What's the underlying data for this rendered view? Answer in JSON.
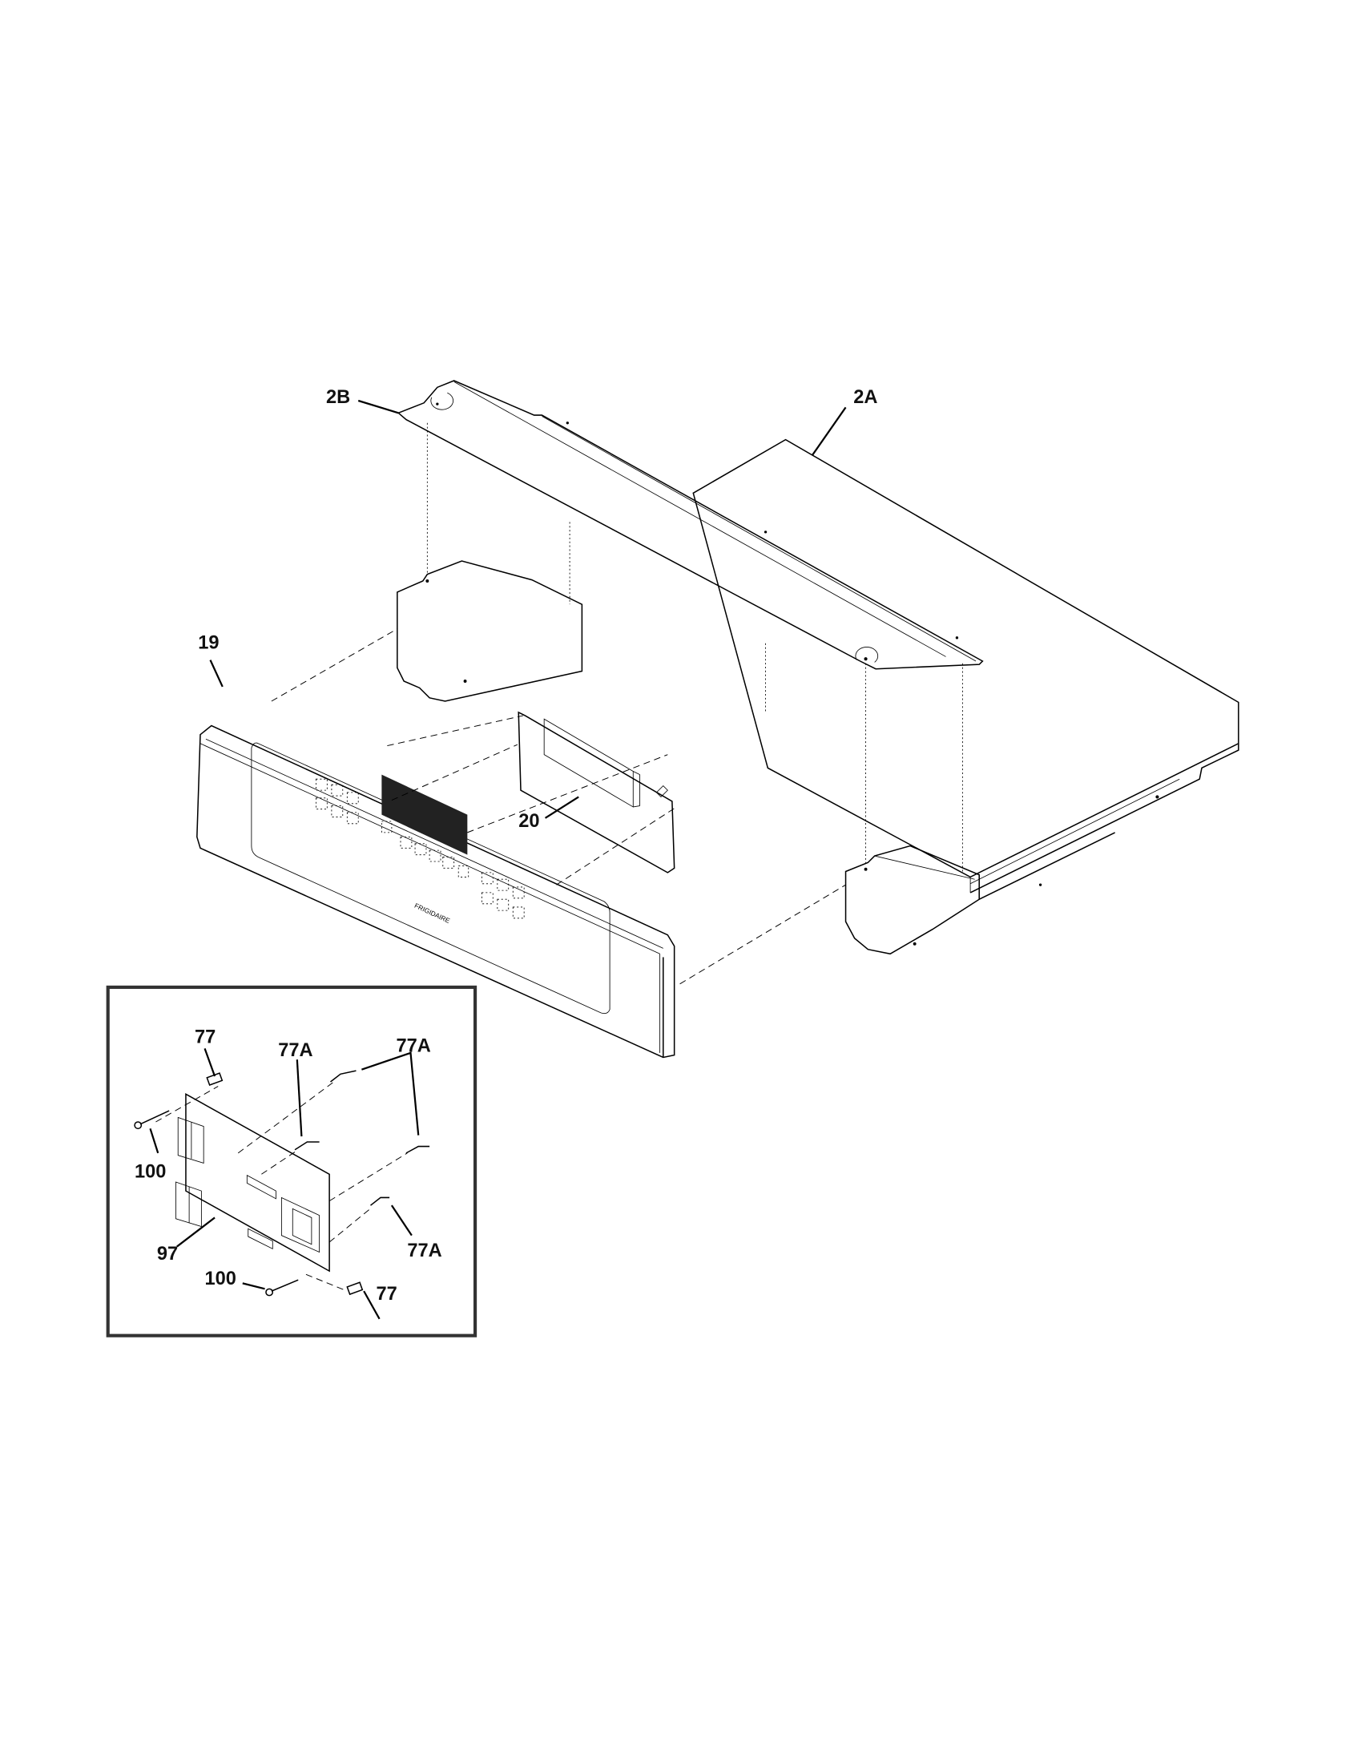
{
  "diagram": {
    "type": "exploded-parts-diagram",
    "subject": "Oven control panel assembly",
    "panel_brand": "FRIGIDAIRE",
    "callouts": [
      {
        "id": "2B",
        "label": "2B"
      },
      {
        "id": "2A",
        "label": "2A"
      },
      {
        "id": "19",
        "label": "19"
      },
      {
        "id": "20",
        "label": "20"
      }
    ],
    "inset": {
      "callouts": [
        {
          "id": "77-top",
          "label": "77"
        },
        {
          "id": "77A-left",
          "label": "77A"
        },
        {
          "id": "77A-top-right",
          "label": "77A"
        },
        {
          "id": "100-left",
          "label": "100"
        },
        {
          "id": "77A-right",
          "label": "77A"
        },
        {
          "id": "97",
          "label": "97"
        },
        {
          "id": "100-bottom",
          "label": "100"
        },
        {
          "id": "77-bottom",
          "label": "77"
        }
      ]
    }
  }
}
